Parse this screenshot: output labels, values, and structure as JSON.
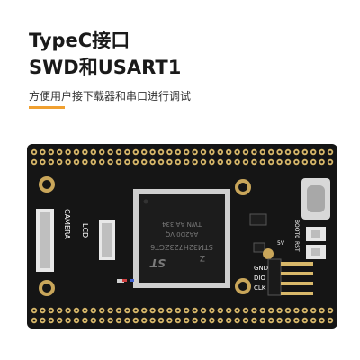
{
  "heading": {
    "line1": "TypeC接口",
    "line2": "SWD和USART1",
    "subtitle": "方便用户接下载器和串口进行调试",
    "accent_color": "#f0a030"
  },
  "board": {
    "connector_label_camera": "CAMERA",
    "connector_label_lcd": "LCD",
    "chip_line1": "STM32H723ZGT6",
    "chip_line2": "AA2D0 VQ",
    "chip_line3": "TWN AA 334",
    "chip_mark": "Z",
    "logo_text": "ST",
    "label_5v": "5V",
    "label_boot": "BOOT0",
    "label_rst": "RST",
    "pin_labels": [
      "GND",
      "DIO",
      "CLK"
    ],
    "board_color": "#151515",
    "pad_color": "#d8b86a"
  }
}
